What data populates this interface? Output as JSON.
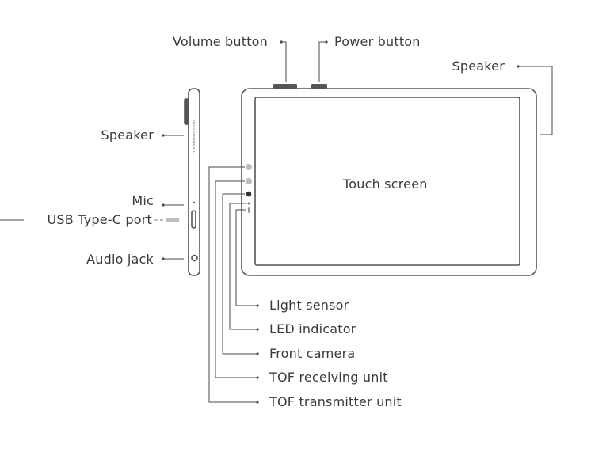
{
  "labels": {
    "volume_button": "Volume button",
    "power_button": "Power button",
    "speaker_top": "Speaker",
    "speaker_side": "Speaker",
    "mic": "Mic",
    "usb_port": "USB Type-C port",
    "audio_jack": "Audio jack",
    "touch_screen": "Touch screen",
    "light_sensor": "Light sensor",
    "led_indicator": "LED indicator",
    "front_camera": "Front camera",
    "tof_receiving": "TOF receiving unit",
    "tof_transmitter": "TOF transmitter unit"
  },
  "colors": {
    "line": "#4a4a4a",
    "device_outline": "#555555",
    "sensor_fill": "#bdbdbd",
    "camera_fill": "#333333",
    "text": "#3a3a3a"
  }
}
